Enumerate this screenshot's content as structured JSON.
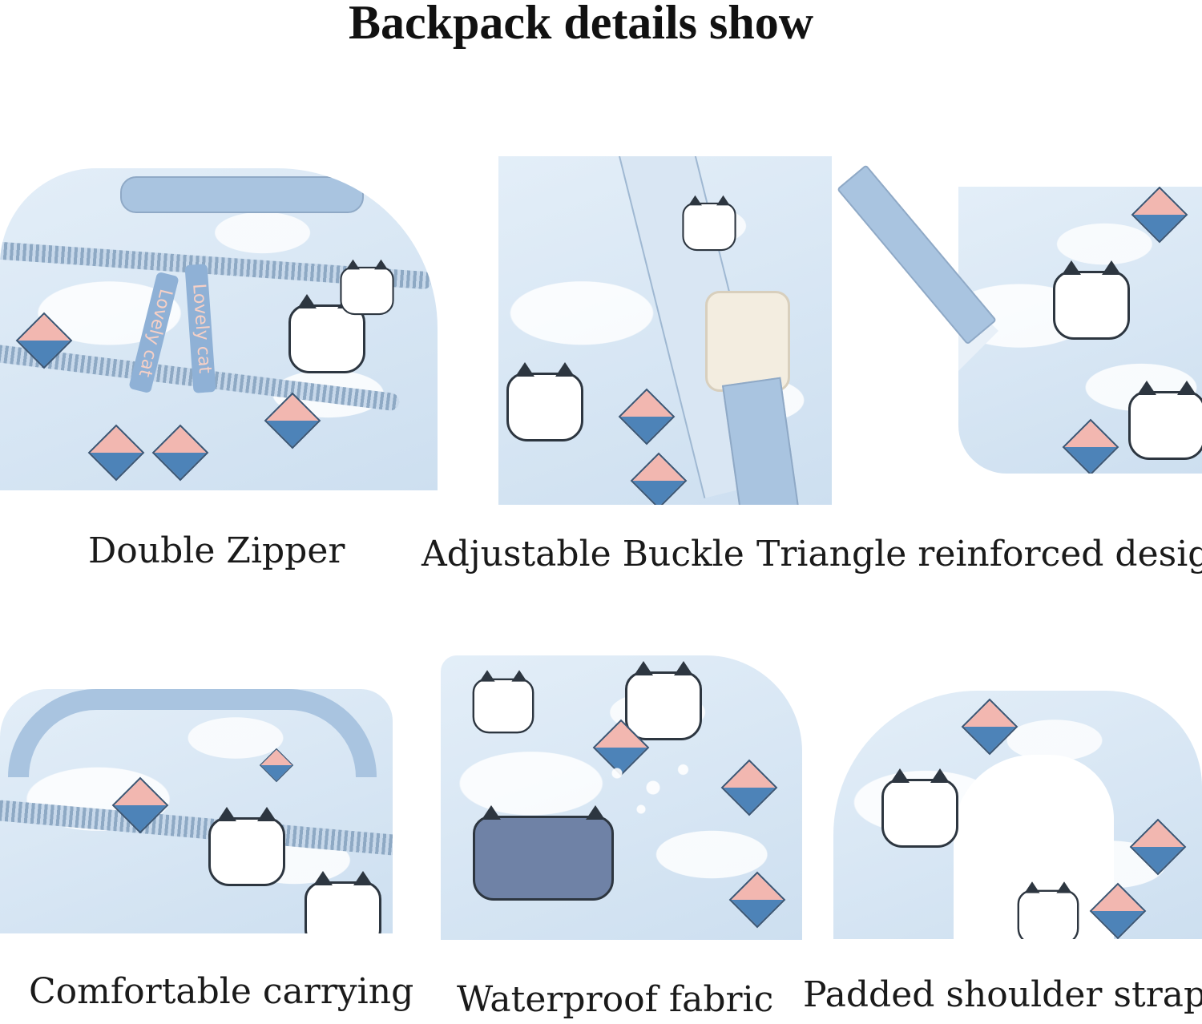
{
  "title": "Backpack details show",
  "features": [
    {
      "label": "Double Zipper",
      "tags": [
        "Lovely cat",
        "Lovely cat"
      ]
    },
    {
      "label": "Adjustable Buckle"
    },
    {
      "label": "Triangle reinforced design"
    },
    {
      "label": "Comfortable carrying"
    },
    {
      "label": "Waterproof fabric"
    },
    {
      "label": "Padded shoulder strap"
    }
  ],
  "colors": {
    "fabric": "#dbe8f5",
    "strap": "#a9c4e0",
    "accent_pink": "#f2b7b0",
    "accent_blue": "#4d83b8"
  }
}
